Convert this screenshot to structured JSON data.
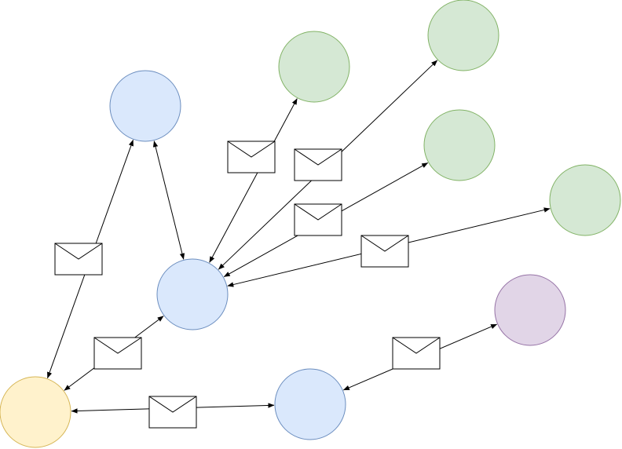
{
  "colors": {
    "blue": {
      "fill": "#dae8fc",
      "stroke": "#6c8ebf"
    },
    "green": {
      "fill": "#d5e8d4",
      "stroke": "#82b366"
    },
    "yellow": {
      "fill": "#fff2cc",
      "stroke": "#d6b656"
    },
    "purple": {
      "fill": "#e1d5e7",
      "stroke": "#9673a6"
    },
    "line": "#000000"
  },
  "nodes": [
    {
      "id": "blue-top",
      "color": "blue"
    },
    {
      "id": "blue-center",
      "color": "blue"
    },
    {
      "id": "blue-bottom",
      "color": "blue"
    },
    {
      "id": "yellow",
      "color": "yellow"
    },
    {
      "id": "green-1",
      "color": "green"
    },
    {
      "id": "green-2",
      "color": "green"
    },
    {
      "id": "green-3",
      "color": "green"
    },
    {
      "id": "green-4",
      "color": "green"
    },
    {
      "id": "purple",
      "color": "purple"
    }
  ],
  "edges": [
    {
      "id": "top-center",
      "from": "blue-top",
      "to": "blue-center",
      "arrows": "both",
      "envelope": false
    },
    {
      "id": "top-yellow",
      "from": "blue-top",
      "to": "yellow",
      "arrows": "both",
      "envelope": true
    },
    {
      "id": "center-green1",
      "from": "blue-center",
      "to": "green-1",
      "arrows": "both",
      "envelope": true
    },
    {
      "id": "center-green2",
      "from": "blue-center",
      "to": "green-2",
      "arrows": "both",
      "envelope": true
    },
    {
      "id": "center-green3",
      "from": "blue-center",
      "to": "green-3",
      "arrows": "both",
      "envelope": true
    },
    {
      "id": "center-green4",
      "from": "blue-center",
      "to": "green-4",
      "arrows": "both",
      "envelope": true
    },
    {
      "id": "center-yellow",
      "from": "blue-center",
      "to": "yellow",
      "arrows": "both",
      "envelope": true
    },
    {
      "id": "yellow-bottom",
      "from": "yellow",
      "to": "blue-bottom",
      "arrows": "both",
      "envelope": true
    },
    {
      "id": "bottom-purple",
      "from": "blue-bottom",
      "to": "purple",
      "arrows": "both",
      "envelope": true
    }
  ],
  "icons": {
    "message": "envelope-icon",
    "node": "circle-node"
  }
}
